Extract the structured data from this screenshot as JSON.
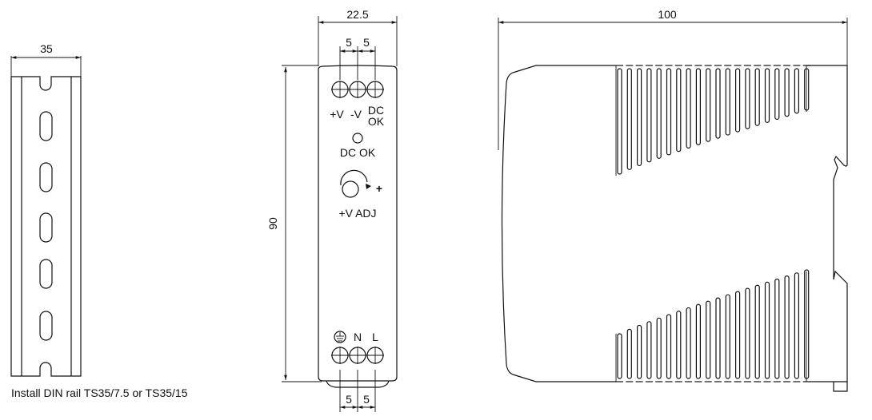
{
  "din_rail": {
    "width_dim": "35",
    "caption": "Install DIN rail TS35/7.5 or TS35/15"
  },
  "front_view": {
    "width_dim": "22.5",
    "height_dim": "90",
    "pitch_top": [
      "5",
      "5"
    ],
    "pitch_bottom": [
      "5",
      "5"
    ],
    "output_labels": [
      "+V",
      "-V",
      "DC",
      "OK"
    ],
    "led_label": "DC OK",
    "adjust_plus": "+",
    "adjust_label": "+V ADJ",
    "input_labels": [
      "N",
      "L"
    ]
  },
  "side_view": {
    "depth_dim": "100",
    "fin_count": 20
  }
}
